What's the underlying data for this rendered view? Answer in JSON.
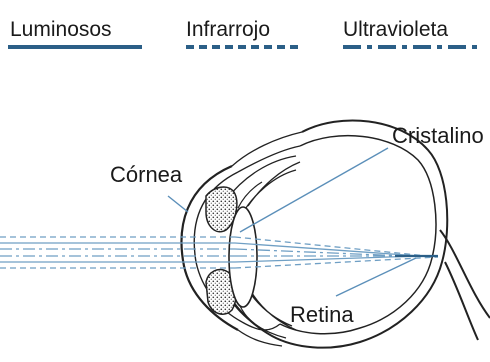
{
  "legend": {
    "items": [
      {
        "label": "Luminosos",
        "line_style": "solid"
      },
      {
        "label": "Infrarrojo",
        "line_style": "dotted"
      },
      {
        "label": "Ultravioleta",
        "line_style": "dash-dot"
      }
    ],
    "line_color": "#2b5f87"
  },
  "labels": {
    "cornea": "Córnea",
    "cristalino": "Cristalino",
    "retina": "Retina"
  },
  "colors": {
    "ray_color": "#6f9fc4",
    "outline": "#222222",
    "pointer": "#5b8fb9"
  }
}
